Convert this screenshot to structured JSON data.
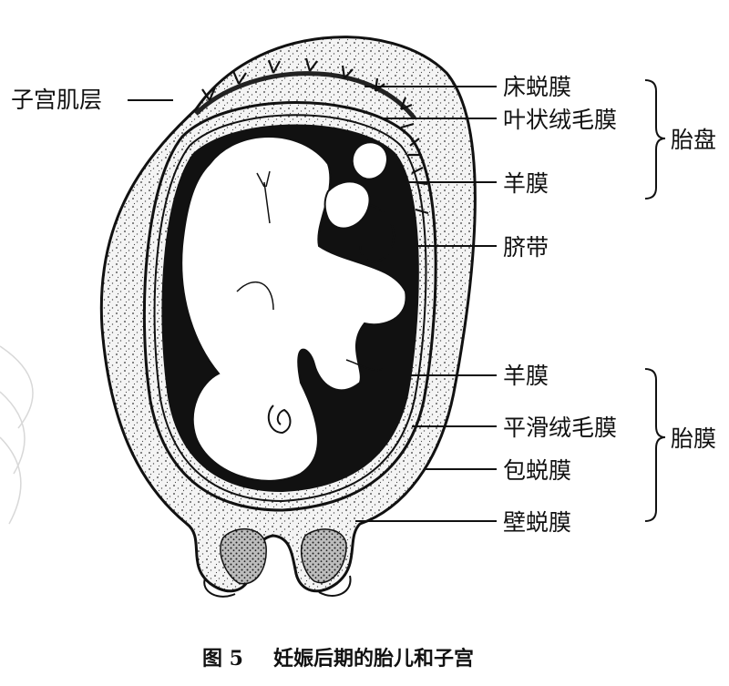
{
  "labels": {
    "myometrium": "子宫肌层",
    "decidua_basalis": "床蜕膜",
    "chorion_frondosum": "叶状绒毛膜",
    "amnion_upper": "羊膜",
    "umbilical_cord": "脐带",
    "amnion_lower": "羊膜",
    "chorion_laeve": "平滑绒毛膜",
    "decidua_capsularis": "包蜕膜",
    "decidua_parietalis": "壁蜕膜"
  },
  "groups": {
    "placenta": "胎盘",
    "fetal_membranes": "胎膜"
  },
  "caption": {
    "figure_number": "图 5",
    "title": "妊娠后期的胎儿和子宫"
  }
}
